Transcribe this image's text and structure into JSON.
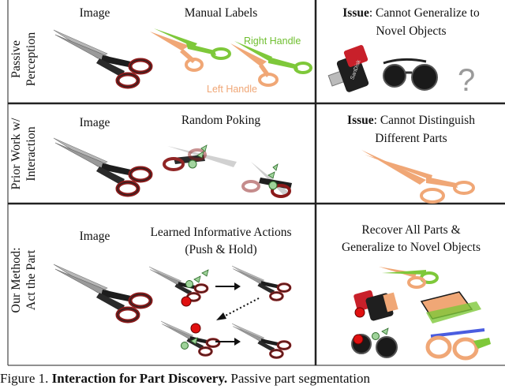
{
  "rows": [
    {
      "label_lines": [
        "Passive",
        "Perception"
      ],
      "image_title": "Image",
      "middle_title": "Manual Labels",
      "right_handle_label": "Right Handle",
      "left_handle_label": "Left Handle",
      "issue_bold": "Issue",
      "issue_line1": ": Cannot Generalize to",
      "issue_line2": "Novel Objects",
      "question_mark": "?",
      "usb_label": "SanDisk"
    },
    {
      "label_lines": [
        "Prior Work w/",
        "Interaction"
      ],
      "image_title": "Image",
      "middle_title": "Random Poking",
      "issue_bold": "Issue",
      "issue_line1": ": Cannot Distinguish",
      "issue_line2": "Different Parts"
    },
    {
      "label_lines": [
        "Our Method:",
        "Act the Part"
      ],
      "image_title": "Image",
      "middle_title_line1": "Learned Informative Actions",
      "middle_title_line2": "(Push & Hold)",
      "right_line1": "Recover All Parts &",
      "right_line2": "Generalize to Novel Objects"
    }
  ],
  "caption": {
    "prefix": "Figure 1.",
    "bold": "Interaction for Part Discovery.",
    "rest": "Passive part segmentation"
  },
  "colors": {
    "right_handle": "#7ec83a",
    "left_handle": "#f0a776",
    "handle_dark": "#8b1a1a",
    "blade": "#8e8e8e",
    "push_marker": "#e01010",
    "arrow_marker": "#9fd39a",
    "glasses_blue": "#4a5de0"
  }
}
